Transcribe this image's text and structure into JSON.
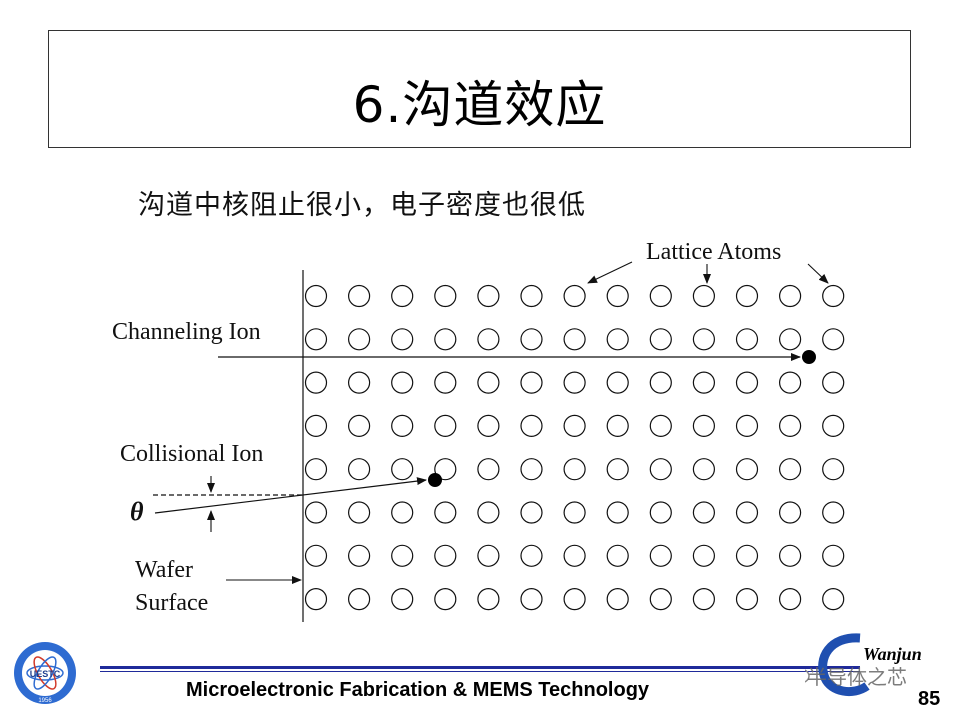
{
  "slide": {
    "title": "6.沟道效应",
    "subtitle": "沟道中核阻止很小，电子密度也很低",
    "page_number": "85",
    "footer": "Microelectronic Fabrication & MEMS Technology"
  },
  "diagram": {
    "labels": {
      "lattice_atoms": "Lattice Atoms",
      "channeling_ion": "Channeling Ion",
      "collisional_ion": "Collisional Ion",
      "theta": "θ",
      "wafer": "Wafer",
      "surface": "Surface"
    },
    "lattice": {
      "rows": 8,
      "cols": 13
    }
  },
  "logos": {
    "left_text": "UESTC",
    "left_year": "1956",
    "right_signature": "Wanjun",
    "right_watermark": "半导体之芯"
  },
  "colors": {
    "footer_rule": "#1f2a9a",
    "logo_blue": "#1f4fb0"
  }
}
